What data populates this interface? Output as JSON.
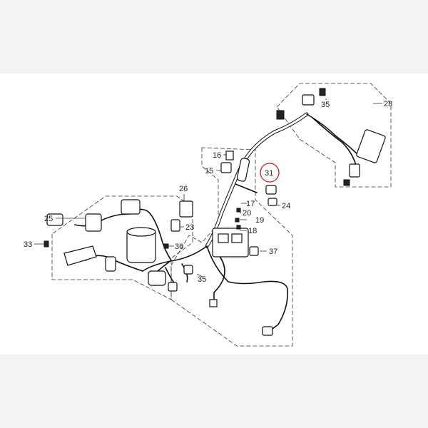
{
  "diagram": {
    "callouts": [
      {
        "id": "c35a",
        "text": "35"
      },
      {
        "id": "c28",
        "text": "28"
      },
      {
        "id": "c16",
        "text": "16"
      },
      {
        "id": "c15",
        "text": "15"
      },
      {
        "id": "c31",
        "text": "31"
      },
      {
        "id": "c26",
        "text": "26"
      },
      {
        "id": "c17",
        "text": "17"
      },
      {
        "id": "c24",
        "text": "24"
      },
      {
        "id": "c20",
        "text": "20"
      },
      {
        "id": "c19",
        "text": "19"
      },
      {
        "id": "c25",
        "text": "25"
      },
      {
        "id": "c23",
        "text": "23"
      },
      {
        "id": "c18",
        "text": "18"
      },
      {
        "id": "c33",
        "text": "33"
      },
      {
        "id": "c36",
        "text": "36"
      },
      {
        "id": "c37",
        "text": "37"
      },
      {
        "id": "c35b",
        "text": "35"
      }
    ],
    "highlight": {
      "callout": "31",
      "color": "#cc2222"
    }
  }
}
